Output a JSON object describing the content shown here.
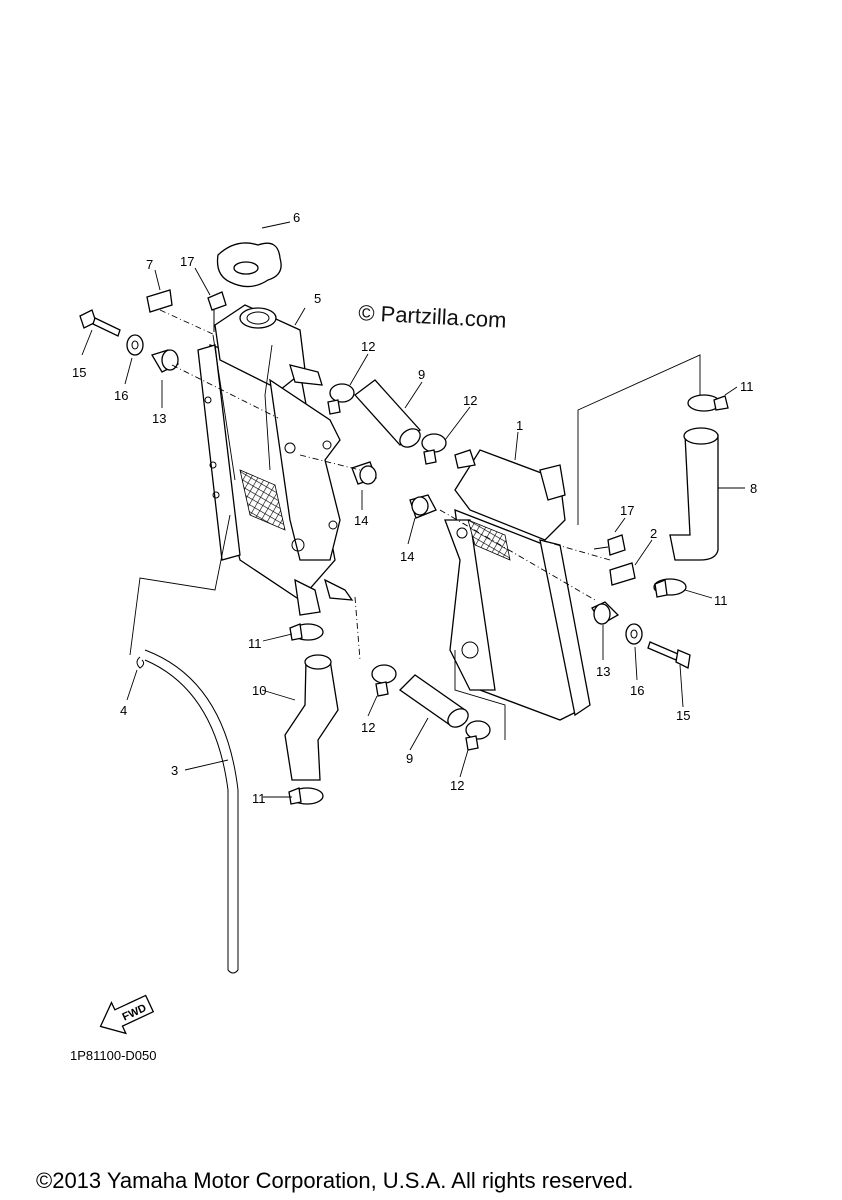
{
  "watermark": "© Partzilla.com",
  "diagram_code": "1P81100-D050",
  "copyright": "©2013 Yamaha Motor Corporation, U.S.A. All rights reserved.",
  "fwd_label": "FWD",
  "callouts": {
    "c1": "1",
    "c2": "2",
    "c3": "3",
    "c4": "4",
    "c5": "5",
    "c6": "6",
    "c7": "7",
    "c8": "8",
    "c9a": "9",
    "c9b": "9",
    "c10": "10",
    "c11a": "11",
    "c11b": "11",
    "c11c": "11",
    "c11d": "11",
    "c12a": "12",
    "c12b": "12",
    "c12c": "12",
    "c12d": "12",
    "c13a": "13",
    "c13b": "13",
    "c14a": "14",
    "c14b": "14",
    "c15a": "15",
    "c15b": "15",
    "c16a": "16",
    "c16b": "16",
    "c17a": "17",
    "c17b": "17"
  }
}
